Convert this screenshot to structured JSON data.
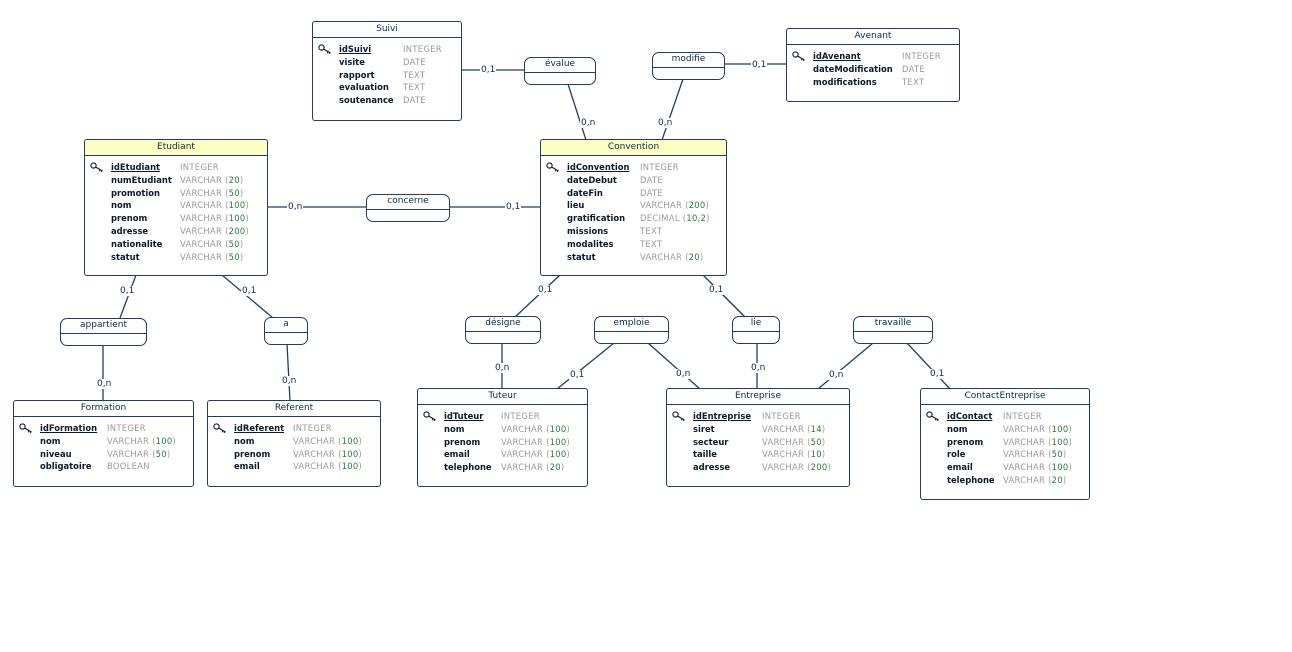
{
  "entities": {
    "suivi": {
      "name": "Suivi",
      "attributes": [
        {
          "name": "idSuivi",
          "type": "INTEGER",
          "pk": true
        },
        {
          "name": "visite",
          "type": "DATE"
        },
        {
          "name": "rapport",
          "type": "TEXT"
        },
        {
          "name": "evaluation",
          "type": "TEXT"
        },
        {
          "name": "soutenance",
          "type": "DATE"
        }
      ]
    },
    "avenant": {
      "name": "Avenant",
      "attributes": [
        {
          "name": "idAvenant",
          "type": "INTEGER",
          "pk": true
        },
        {
          "name": "dateModification",
          "type": "DATE"
        },
        {
          "name": "modifications",
          "type": "TEXT"
        }
      ]
    },
    "etudiant": {
      "name": "Etudiant",
      "attributes": [
        {
          "name": "idEtudiant",
          "type": "INTEGER",
          "pk": true
        },
        {
          "name": "numEtudiant",
          "type": "VARCHAR",
          "size": "20"
        },
        {
          "name": "promotion",
          "type": "VARCHAR",
          "size": "50"
        },
        {
          "name": "nom",
          "type": "VARCHAR",
          "size": "100"
        },
        {
          "name": "prenom",
          "type": "VARCHAR",
          "size": "100"
        },
        {
          "name": "adresse",
          "type": "VARCHAR",
          "size": "200"
        },
        {
          "name": "nationalite",
          "type": "VARCHAR",
          "size": "50"
        },
        {
          "name": "statut",
          "type": "VARCHAR",
          "size": "50"
        }
      ]
    },
    "convention": {
      "name": "Convention",
      "attributes": [
        {
          "name": "idConvention",
          "type": "INTEGER",
          "pk": true
        },
        {
          "name": "dateDebut",
          "type": "DATE"
        },
        {
          "name": "dateFin",
          "type": "DATE"
        },
        {
          "name": "lieu",
          "type": "VARCHAR",
          "size": "200"
        },
        {
          "name": "gratification",
          "type": "DECIMAL",
          "size": "10,2"
        },
        {
          "name": "missions",
          "type": "TEXT"
        },
        {
          "name": "modalites",
          "type": "TEXT"
        },
        {
          "name": "statut",
          "type": "VARCHAR",
          "size": "20"
        }
      ]
    },
    "formation": {
      "name": "Formation",
      "attributes": [
        {
          "name": "idFormation",
          "type": "INTEGER",
          "pk": true
        },
        {
          "name": "nom",
          "type": "VARCHAR",
          "size": "100"
        },
        {
          "name": "niveau",
          "type": "VARCHAR",
          "size": "50"
        },
        {
          "name": "obligatoire",
          "type": "BOOLEAN"
        }
      ]
    },
    "referent": {
      "name": "Referent",
      "attributes": [
        {
          "name": "idReferent",
          "type": "INTEGER",
          "pk": true
        },
        {
          "name": "nom",
          "type": "VARCHAR",
          "size": "100"
        },
        {
          "name": "prenom",
          "type": "VARCHAR",
          "size": "100"
        },
        {
          "name": "email",
          "type": "VARCHAR",
          "size": "100"
        }
      ]
    },
    "tuteur": {
      "name": "Tuteur",
      "attributes": [
        {
          "name": "idTuteur",
          "type": "INTEGER",
          "pk": true
        },
        {
          "name": "nom",
          "type": "VARCHAR",
          "size": "100"
        },
        {
          "name": "prenom",
          "type": "VARCHAR",
          "size": "100"
        },
        {
          "name": "email",
          "type": "VARCHAR",
          "size": "100"
        },
        {
          "name": "telephone",
          "type": "VARCHAR",
          "size": "20"
        }
      ]
    },
    "entreprise": {
      "name": "Entreprise",
      "attributes": [
        {
          "name": "idEntreprise",
          "type": "INTEGER",
          "pk": true
        },
        {
          "name": "siret",
          "type": "VARCHAR",
          "size": "14"
        },
        {
          "name": "secteur",
          "type": "VARCHAR",
          "size": "50"
        },
        {
          "name": "taille",
          "type": "VARCHAR",
          "size": "10"
        },
        {
          "name": "adresse",
          "type": "VARCHAR",
          "size": "200"
        }
      ]
    },
    "contact": {
      "name": "ContactEntreprise",
      "attributes": [
        {
          "name": "idContact",
          "type": "INTEGER",
          "pk": true
        },
        {
          "name": "nom",
          "type": "VARCHAR",
          "size": "100"
        },
        {
          "name": "prenom",
          "type": "VARCHAR",
          "size": "100"
        },
        {
          "name": "role",
          "type": "VARCHAR",
          "size": "50"
        },
        {
          "name": "email",
          "type": "VARCHAR",
          "size": "100"
        },
        {
          "name": "telephone",
          "type": "VARCHAR",
          "size": "20"
        }
      ]
    }
  },
  "associations": {
    "evalue": "évalue",
    "modifie": "modifie",
    "concerne": "concerne",
    "appartient": "appartient",
    "a": "a",
    "designe": "désigne",
    "emploie": "emploie",
    "lie": "lie",
    "travaille": "travaille"
  },
  "cardinalities": {
    "suivi_evalue": "0,1",
    "convention_evalue": "0,n",
    "convention_modifie": "0,n",
    "avenant_modifie": "0,1",
    "etudiant_concerne": "0,n",
    "convention_concerne": "0,1",
    "etudiant_appartient": "0,1",
    "formation_appartient": "0,n",
    "etudiant_a": "0,1",
    "referent_a": "0,n",
    "convention_designe": "0,1",
    "tuteur_designe": "0,n",
    "tuteur_emploie": "0,1",
    "entreprise_emploie": "0,n",
    "convention_lie": "0,1",
    "entreprise_lie": "0,n",
    "entreprise_travaille": "0,n",
    "contact_travaille": "0,1"
  },
  "colors": {
    "line": "#1f3f62",
    "highlight": "#ffffc4",
    "type": "#9a9a9a",
    "size": "#2b7a3a"
  }
}
